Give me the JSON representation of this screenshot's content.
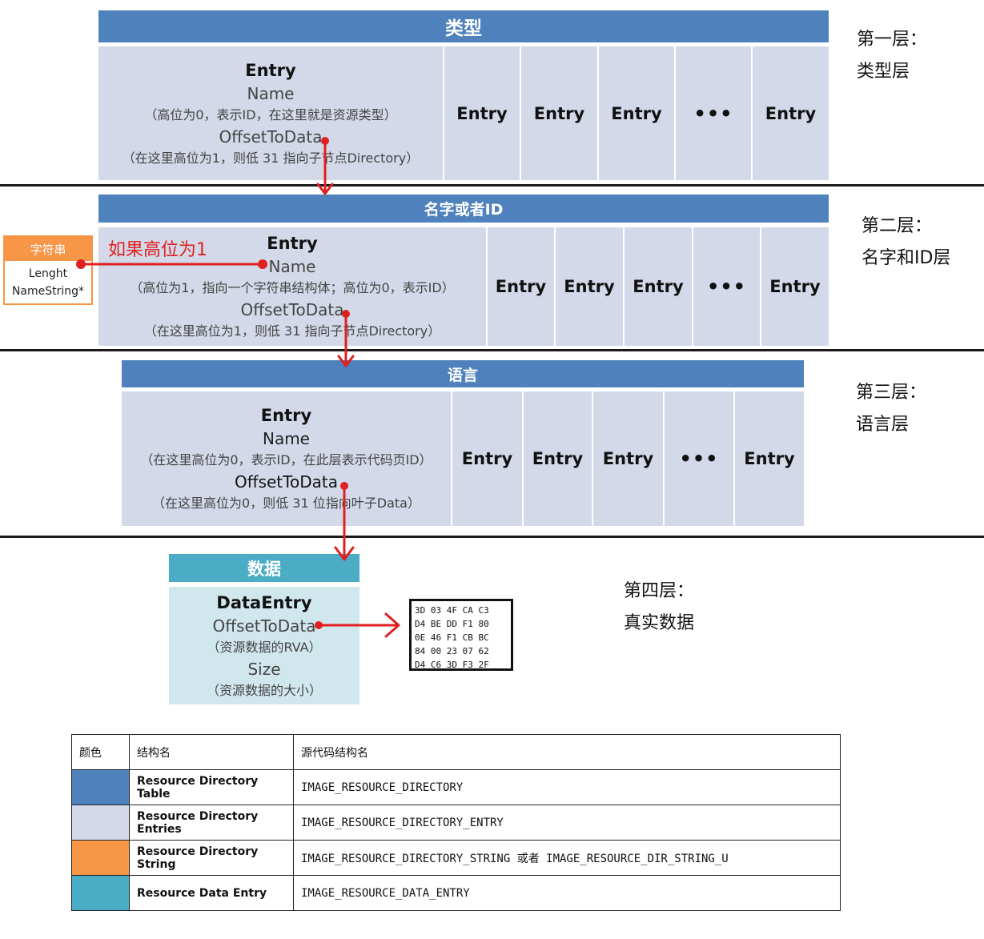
{
  "layer1": {
    "header": "类型",
    "main": {
      "entry": "Entry",
      "name": "Name",
      "name_note": "（高位为0，表示ID，在这里就是资源类型）",
      "offset": "OffsetToData",
      "offset_note": "（在这里高位为1，则低 31 指向子节点Directory）"
    },
    "cells": [
      "Entry",
      "Entry",
      "Entry",
      "•••",
      "Entry"
    ],
    "label": [
      "第一层：",
      "类型层"
    ]
  },
  "layer2": {
    "header": "名字或者ID",
    "main": {
      "entry": "Entry",
      "name": "Name",
      "name_note": "（高位为1，指向一个字符串结构体；高位为0，表示ID）",
      "offset": "OffsetToData",
      "offset_note": "（在这里高位为1，则低 31 指向子节点Directory）"
    },
    "cells": [
      "Entry",
      "Entry",
      "Entry",
      "•••",
      "Entry"
    ],
    "label": [
      "第二层：",
      "名字和ID层"
    ],
    "annotation": "如果高位为1"
  },
  "string_box": {
    "header": "字符串",
    "line1": "Lenght",
    "line2": "NameString*"
  },
  "layer3": {
    "header": "语言",
    "main": {
      "entry": "Entry",
      "name": "Name",
      "name_note": "（在这里高位为0，表示ID，在此层表示代码页ID）",
      "offset": "OffsetToData",
      "offset_note": "（在这里高位为0，则低 31 位指向叶子Data）"
    },
    "cells": [
      "Entry",
      "Entry",
      "Entry",
      "•••",
      "Entry"
    ],
    "label": [
      "第三层：",
      "语言层"
    ]
  },
  "layer4": {
    "header": "数据",
    "entry": "DataEntry",
    "offset": "OffsetToData",
    "offset_note": "（资源数据的RVA）",
    "size": "Size",
    "size_note": "（资源数据的大小）",
    "label": [
      "第四层：",
      "真实数据"
    ],
    "hex": [
      "3D 03 4F CA C3",
      "D4 BE DD F1 80",
      "0E 46 F1 CB BC",
      "84 00 23 07 62",
      "D4 C6 3D F3 2F"
    ]
  },
  "legend": {
    "headers": [
      "颜色",
      "结构名",
      "源代码结构名"
    ],
    "rows": [
      {
        "color": "#4f81bd",
        "name": "Resource Directory Table",
        "src": "IMAGE_RESOURCE_DIRECTORY"
      },
      {
        "color": "#d3d9e8",
        "name": "Resource Directory Entries",
        "src": "IMAGE_RESOURCE_DIRECTORY_ENTRY"
      },
      {
        "color": "#f79646",
        "name": "Resource Directory String",
        "src": "IMAGE_RESOURCE_DIRECTORY_STRING 或者 IMAGE_RESOURCE_DIR_STRING_U"
      },
      {
        "color": "#4bacc6",
        "name": "Resource Data Entry",
        "src": "IMAGE_RESOURCE_DATA_ENTRY"
      }
    ]
  },
  "colors": {
    "table_blue": "#4f81bd",
    "entry_gray": "#d3d9e8",
    "string_orange": "#f79646",
    "data_teal": "#4bacc6",
    "arrow_red": "#e02020"
  }
}
